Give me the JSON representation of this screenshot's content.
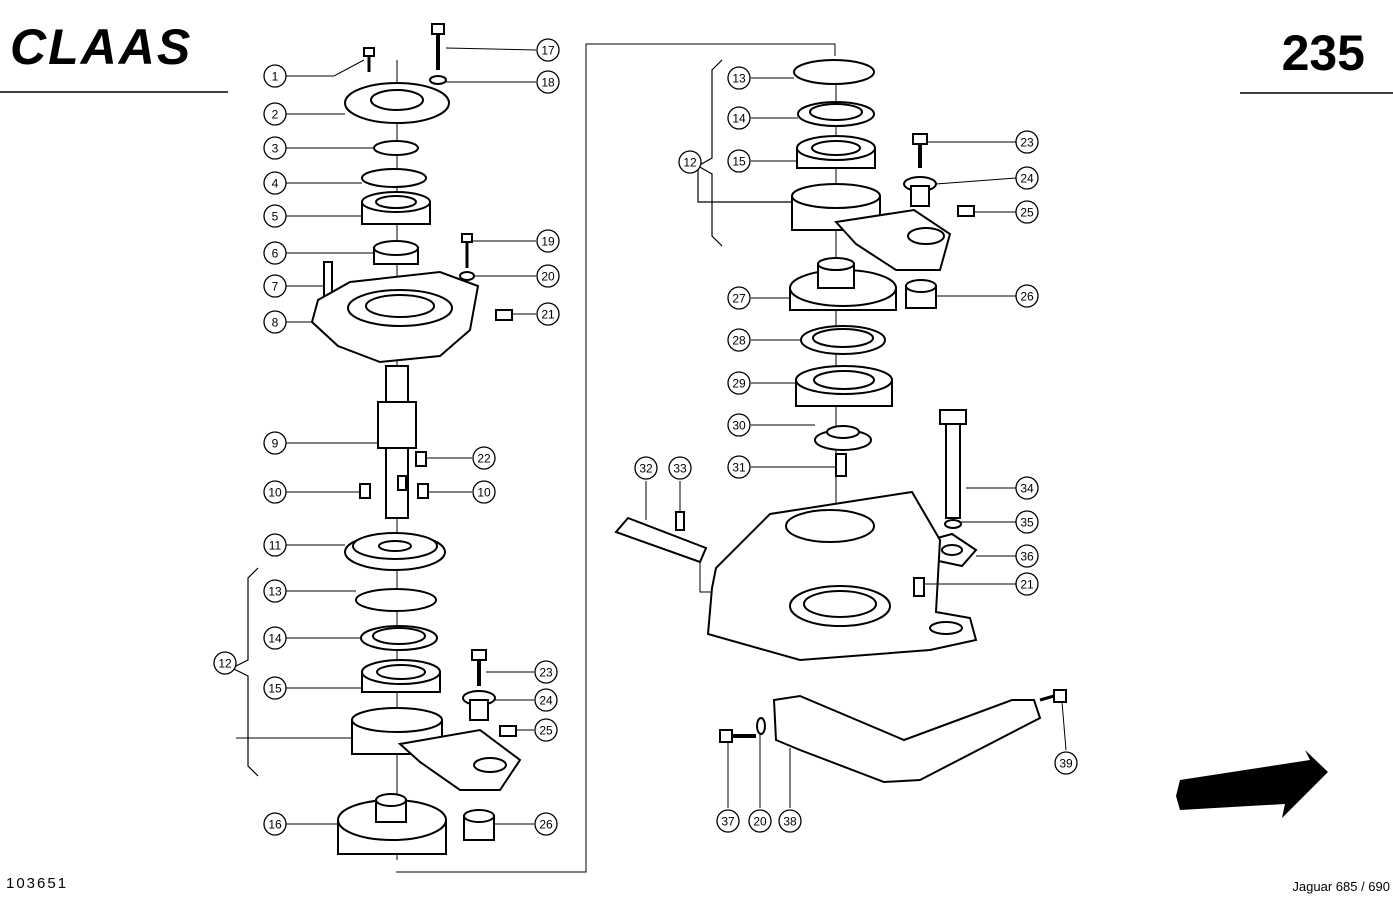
{
  "brand": {
    "logo_text": "CLAAS"
  },
  "page_number": "235",
  "drawing_number": "103651",
  "model_label": "Jaguar 685 / 690",
  "callouts": [
    {
      "id": "c1",
      "label": "1"
    },
    {
      "id": "c2",
      "label": "2"
    },
    {
      "id": "c3",
      "label": "3"
    },
    {
      "id": "c4",
      "label": "4"
    },
    {
      "id": "c5",
      "label": "5"
    },
    {
      "id": "c6",
      "label": "6"
    },
    {
      "id": "c7",
      "label": "7"
    },
    {
      "id": "c8",
      "label": "8"
    },
    {
      "id": "c9",
      "label": "9"
    },
    {
      "id": "c10a",
      "label": "10"
    },
    {
      "id": "c10b",
      "label": "10"
    },
    {
      "id": "c11",
      "label": "11"
    },
    {
      "id": "c12a",
      "label": "12"
    },
    {
      "id": "c13a",
      "label": "13"
    },
    {
      "id": "c14a",
      "label": "14"
    },
    {
      "id": "c15a",
      "label": "15"
    },
    {
      "id": "c16",
      "label": "16"
    },
    {
      "id": "c17",
      "label": "17"
    },
    {
      "id": "c18",
      "label": "18"
    },
    {
      "id": "c19",
      "label": "19"
    },
    {
      "id": "c20a",
      "label": "20"
    },
    {
      "id": "c21a",
      "label": "21"
    },
    {
      "id": "c22",
      "label": "22"
    },
    {
      "id": "c23a",
      "label": "23"
    },
    {
      "id": "c24a",
      "label": "24"
    },
    {
      "id": "c25a",
      "label": "25"
    },
    {
      "id": "c26a",
      "label": "26"
    },
    {
      "id": "c12b",
      "label": "12"
    },
    {
      "id": "c13b",
      "label": "13"
    },
    {
      "id": "c14b",
      "label": "14"
    },
    {
      "id": "c15b",
      "label": "15"
    },
    {
      "id": "c23b",
      "label": "23"
    },
    {
      "id": "c24b",
      "label": "24"
    },
    {
      "id": "c25b",
      "label": "25"
    },
    {
      "id": "c26b",
      "label": "26"
    },
    {
      "id": "c27",
      "label": "27"
    },
    {
      "id": "c28",
      "label": "28"
    },
    {
      "id": "c29",
      "label": "29"
    },
    {
      "id": "c30",
      "label": "30"
    },
    {
      "id": "c31",
      "label": "31"
    },
    {
      "id": "c32",
      "label": "32"
    },
    {
      "id": "c33",
      "label": "33"
    },
    {
      "id": "c34",
      "label": "34"
    },
    {
      "id": "c35",
      "label": "35"
    },
    {
      "id": "c36",
      "label": "36"
    },
    {
      "id": "c21b",
      "label": "21"
    },
    {
      "id": "c37",
      "label": "37"
    },
    {
      "id": "c20b",
      "label": "20"
    },
    {
      "id": "c38",
      "label": "38"
    },
    {
      "id": "c39",
      "label": "39"
    }
  ]
}
